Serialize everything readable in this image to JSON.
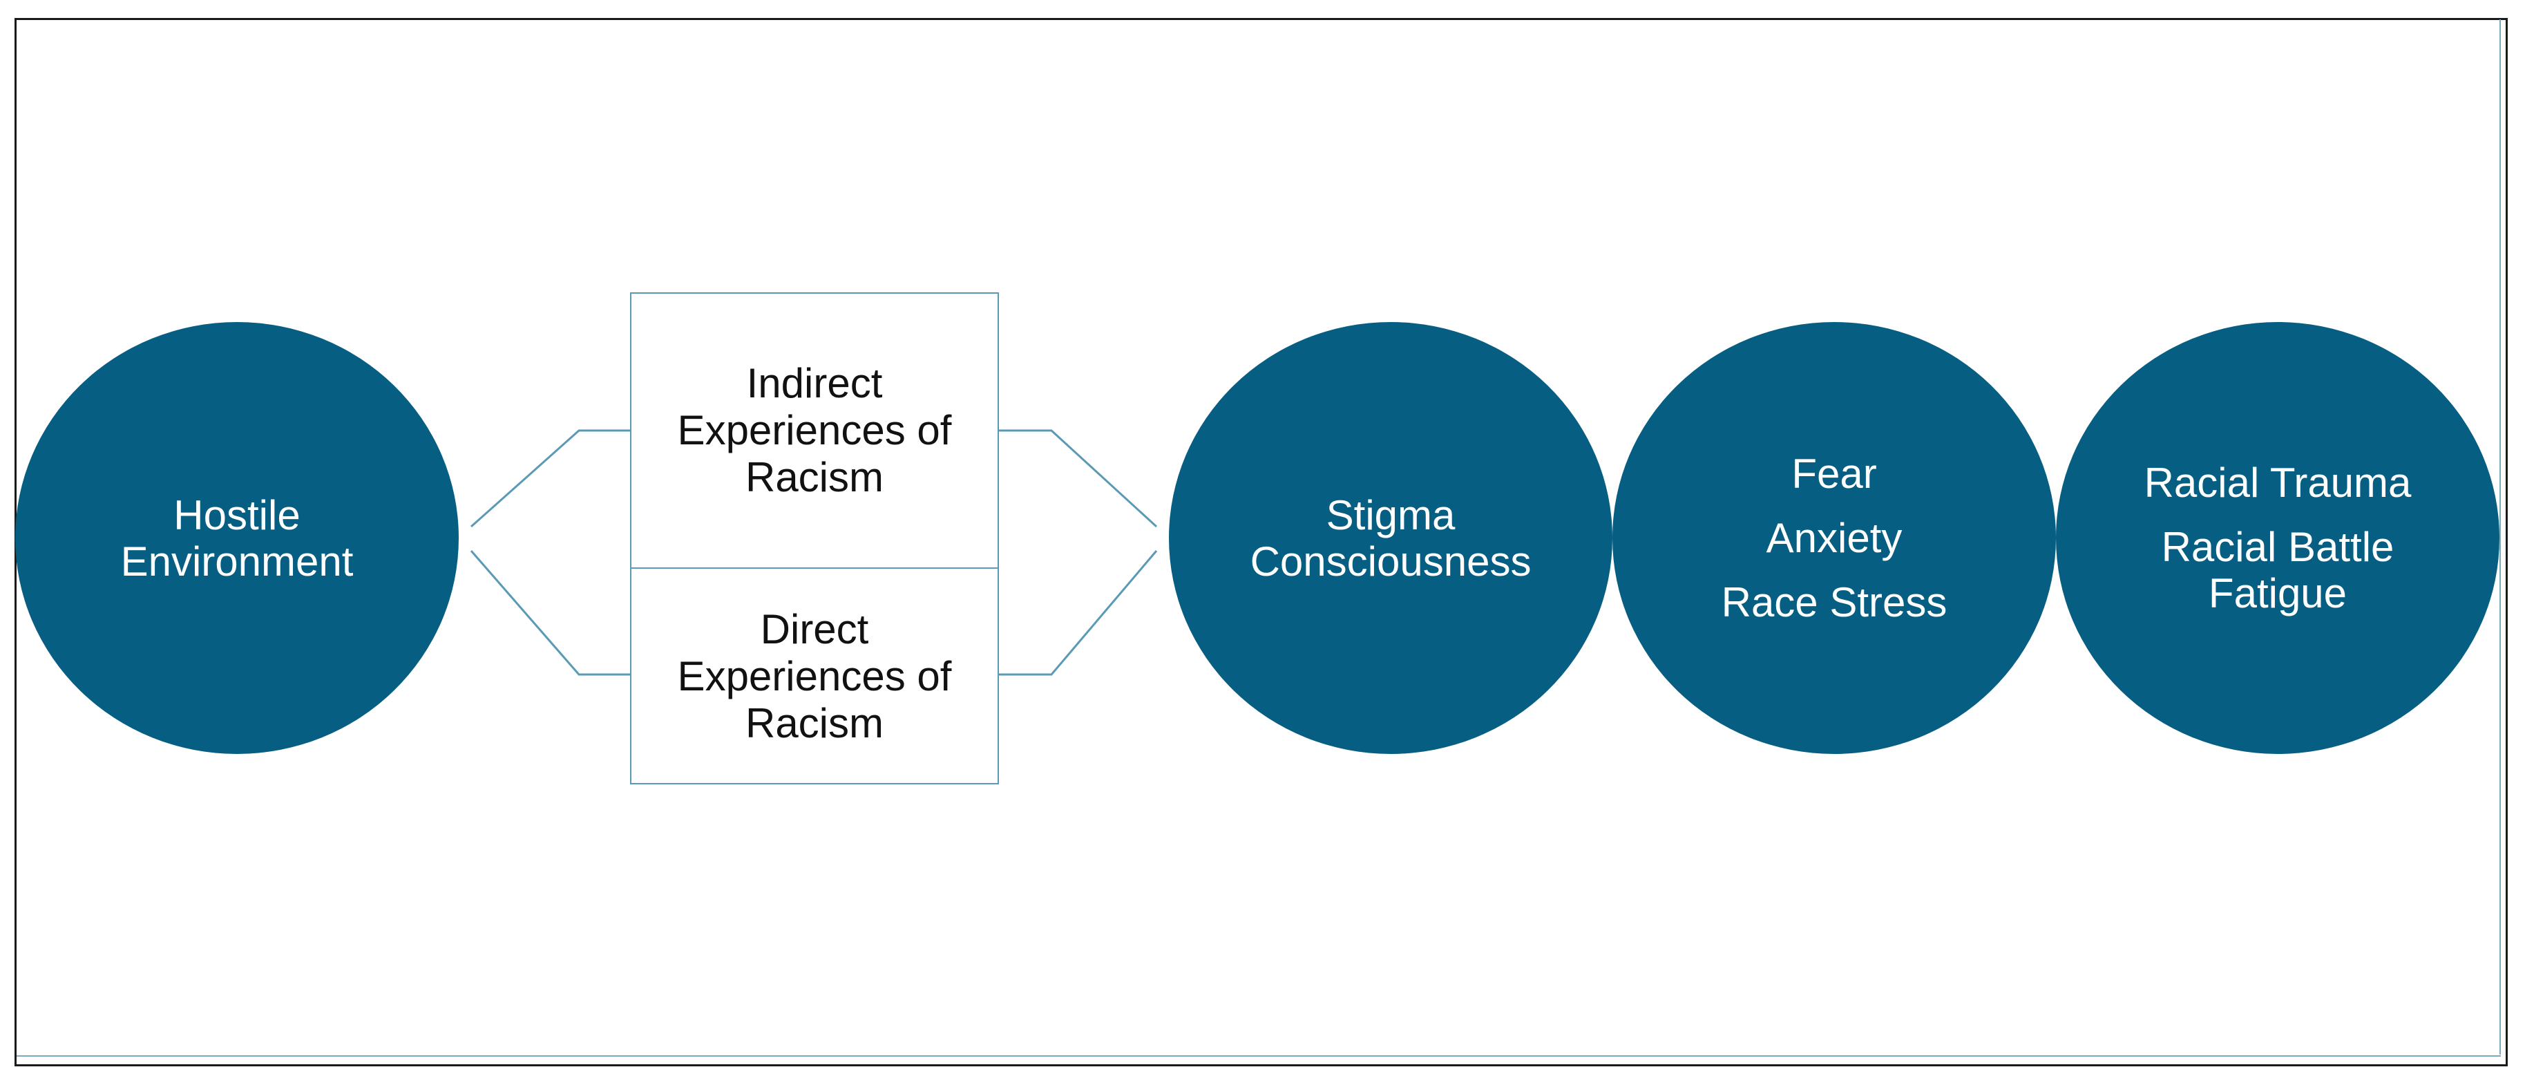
{
  "diagram": {
    "nodes": [
      {
        "id": "hostile",
        "lines": [
          "Hostile",
          "Environment"
        ]
      },
      {
        "id": "indirect",
        "lines": [
          "Indirect",
          "Experiences of",
          "Racism"
        ]
      },
      {
        "id": "direct",
        "lines": [
          "Direct",
          "Experiences of",
          "Racism"
        ]
      },
      {
        "id": "stigma",
        "lines": [
          "Stigma",
          "Consciousness"
        ]
      },
      {
        "id": "fear",
        "lines": [
          "Fear",
          "Anxiety",
          "Race Stress"
        ]
      },
      {
        "id": "trauma",
        "lines": [
          "Racial Trauma",
          "Racial Battle",
          "Fatigue"
        ]
      }
    ],
    "edges": [
      {
        "from": "hostile",
        "to": "indirect"
      },
      {
        "from": "hostile",
        "to": "direct"
      },
      {
        "from": "indirect",
        "to": "stigma"
      },
      {
        "from": "direct",
        "to": "stigma"
      }
    ],
    "colors": {
      "circle_fill": "#065e82",
      "circle_text": "#ffffff",
      "box_border": "#5a9ab5",
      "connector": "#5a9ab5",
      "frame": "#1a1a1a"
    }
  }
}
